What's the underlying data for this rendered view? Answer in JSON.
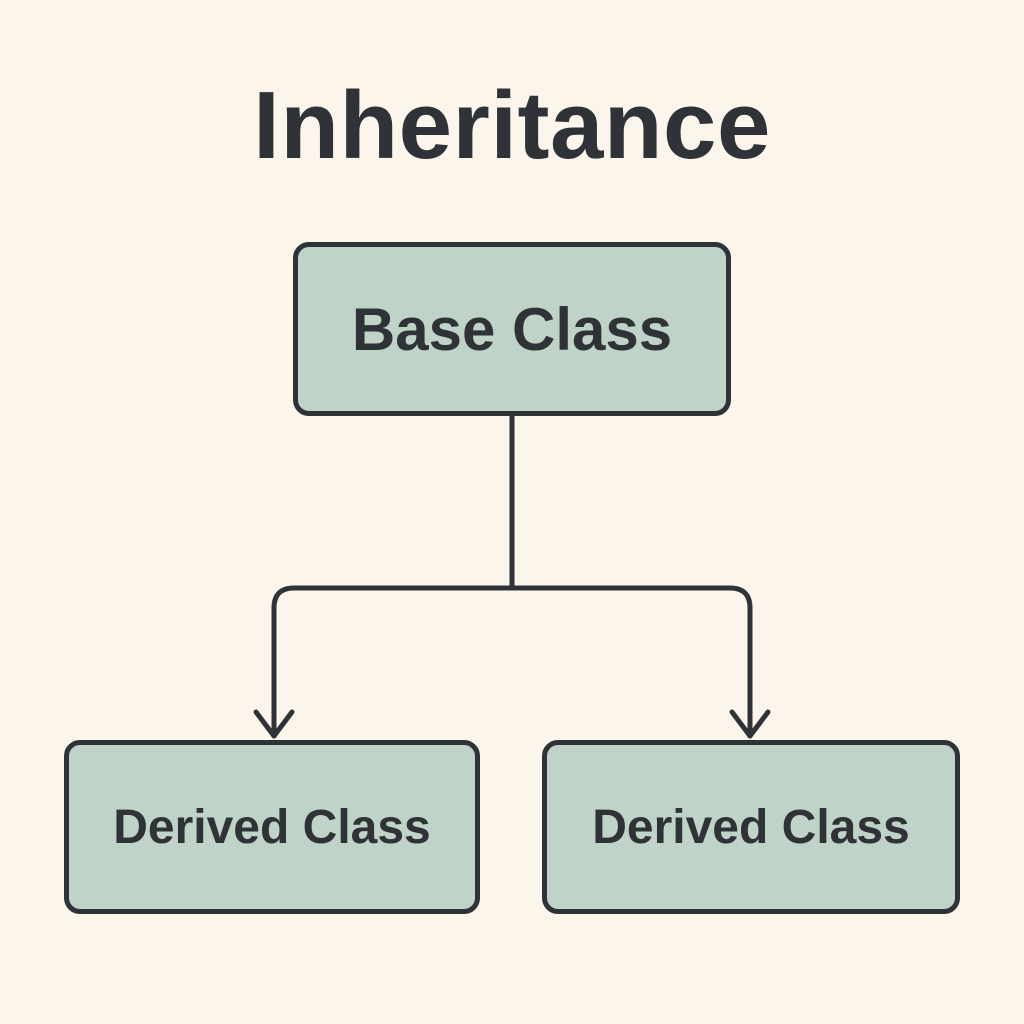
{
  "diagram": {
    "title": "Inheritance",
    "base_node": {
      "label": "Base Class"
    },
    "derived_nodes": [
      {
        "label": "Derived Class"
      },
      {
        "label": "Derived Class"
      }
    ],
    "edges": [
      {
        "from": "Base Class",
        "to": "Derived Class (left)",
        "style": "arrow"
      },
      {
        "from": "Base Class",
        "to": "Derived Class (right)",
        "style": "arrow"
      }
    ]
  },
  "colors": {
    "background": "#fbf5ec",
    "node_fill": "#bfd3c8",
    "stroke": "#2f3337",
    "text": "#2f3337"
  }
}
